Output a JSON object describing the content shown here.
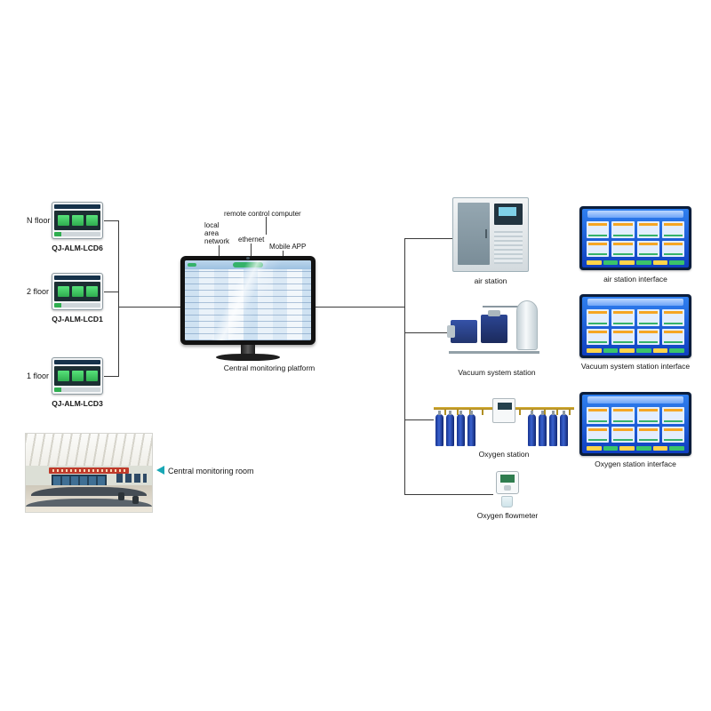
{
  "diagram": {
    "floors": [
      {
        "floor": "N floor",
        "model": "QJ-ALM-LCD6"
      },
      {
        "floor": "2 floor",
        "model": "QJ-ALM-LCD1"
      },
      {
        "floor": "1 floor",
        "model": "QJ-ALM-LCD3"
      }
    ],
    "network": {
      "remote": "remote control computer",
      "lan": "local area network",
      "ethernet": "ethernet",
      "mobile": "Mobile APP"
    },
    "platform_label": "Central monitoring platform",
    "room_label": "Central monitoring room",
    "stations": {
      "air": {
        "label": "air station",
        "interface": "air station interface"
      },
      "vacuum": {
        "label": "Vacuum system station",
        "interface": "Vacuum system station interface"
      },
      "oxygen": {
        "label": "Oxygen station",
        "interface": "Oxygen station interface"
      },
      "flowmeter": {
        "label": "Oxygen flowmeter"
      }
    },
    "icons": {
      "room_pointer": "left-arrow",
      "monitor_camera": "webcam-dot"
    },
    "colors": {
      "connector_line": "#3a3a3a",
      "interface_screen_blue": "#1e56d6",
      "cylinder_blue": "#1b3fa6",
      "alarm_display_green": "#39d05a",
      "pointer_teal": "#18a7b5",
      "banner_red": "#bf3a2b"
    }
  }
}
